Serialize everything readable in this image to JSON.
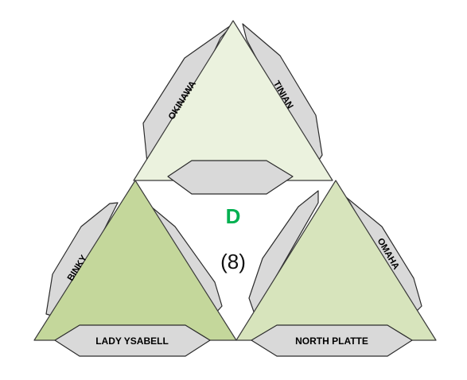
{
  "group": {
    "letter": "D",
    "count": "(8)"
  },
  "pods": {
    "okinawa": "OKINAWA",
    "tinian": "TINIAN",
    "binky": "BINKY",
    "lady_ysabell": "LADY YSABELL",
    "north_platte": "NORTH PLATTE",
    "omaha": "OMAHA"
  },
  "colors": {
    "top_triangle": "#ebf2de",
    "left_triangle": "#c4d79b",
    "right_triangle": "#d7e4bc",
    "pod_fill": "#d9d9d9",
    "letter": "#00b050"
  }
}
